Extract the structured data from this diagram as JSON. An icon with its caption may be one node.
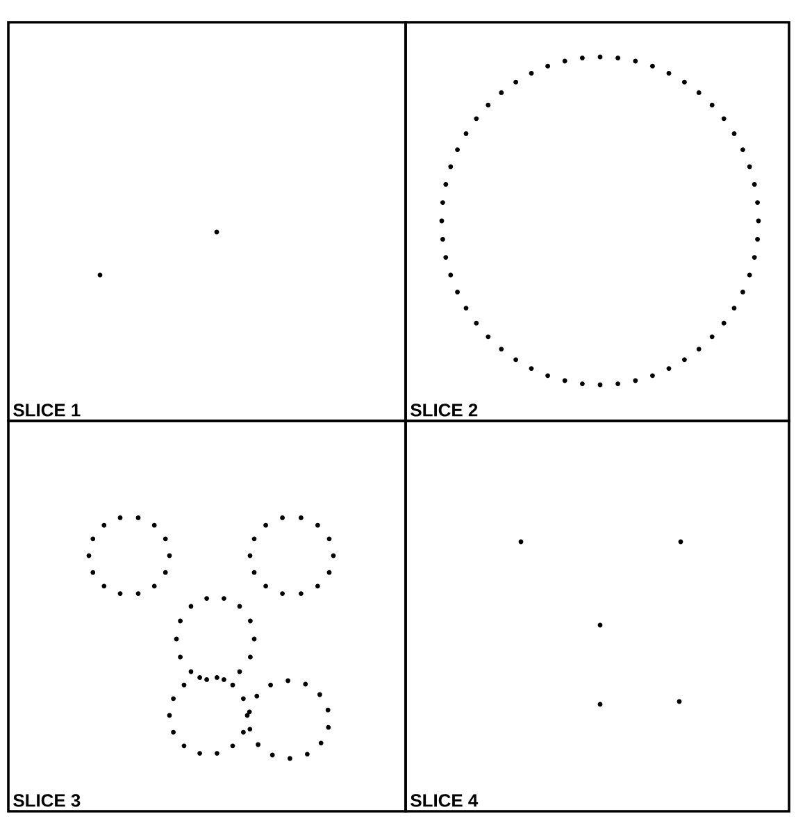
{
  "diagram": {
    "nodes": [
      {
        "text": [
          "SLICE 1"
        ]
      },
      {
        "text": [
          "SLICE 2"
        ]
      },
      {
        "text": [
          "SLICE 3"
        ]
      },
      {
        "text": [
          "SLICE 4"
        ]
      }
    ]
  }
}
